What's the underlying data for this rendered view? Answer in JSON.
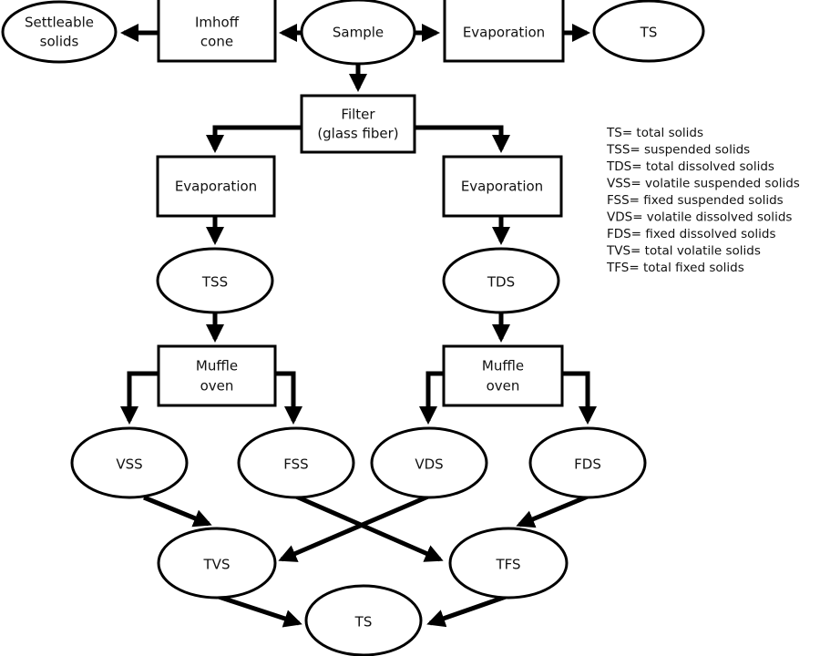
{
  "nodes": {
    "settleable": [
      "Settleable",
      "solids"
    ],
    "imhoff": [
      "Imhoff",
      "cone"
    ],
    "sample": "Sample",
    "evap_top": "Evaporation",
    "ts_top": "TS",
    "filter": [
      "Filter",
      "(glass fiber)"
    ],
    "evap_left": "Evaporation",
    "evap_right": "Evaporation",
    "tss": "TSS",
    "tds": "TDS",
    "muffle_left": [
      "Muffle",
      "oven"
    ],
    "muffle_right": [
      "Muffle",
      "oven"
    ],
    "vss": "VSS",
    "fss": "FSS",
    "vds": "VDS",
    "fds": "FDS",
    "tvs": "TVS",
    "tfs": "TFS",
    "ts_bottom": "TS"
  },
  "legend": [
    "TS= total solids",
    "TSS= suspended solids",
    "TDS= total dissolved solids",
    "VSS= volatile suspended solids",
    "FSS= fixed suspended solids",
    "VDS= volatile dissolved solids",
    "FDS= fixed dissolved solids",
    "TVS= total volatile solids",
    "TFS= total fixed solids"
  ]
}
